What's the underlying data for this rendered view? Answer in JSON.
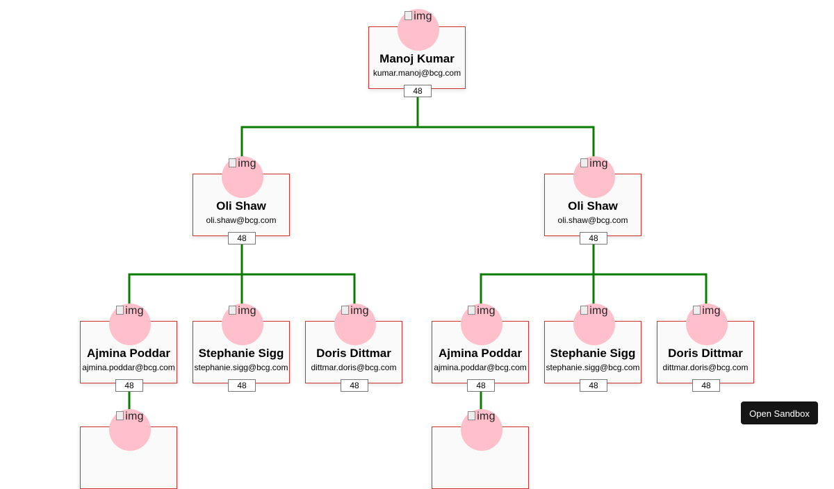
{
  "chart": {
    "line_color": "#0a7d00",
    "node_border_color": "#d32f2f",
    "avatar_color": "#ffc0cb",
    "nodes": [
      {
        "id": "root",
        "avatar_alt": "img",
        "name": "Manoj Kumar",
        "email": "kumar.manoj@bcg.com",
        "count": "48"
      },
      {
        "id": "l1a",
        "parent": "root",
        "avatar_alt": "img",
        "name": "Oli Shaw",
        "email": "oli.shaw@bcg.com",
        "count": "48"
      },
      {
        "id": "l1b",
        "parent": "root",
        "avatar_alt": "img",
        "name": "Oli Shaw",
        "email": "oli.shaw@bcg.com",
        "count": "48"
      },
      {
        "id": "l2a",
        "parent": "l1a",
        "avatar_alt": "img",
        "name": "Ajmina Poddar",
        "email": "ajmina.poddar@bcg.com",
        "count": "48"
      },
      {
        "id": "l2b",
        "parent": "l1a",
        "avatar_alt": "img",
        "name": "Stephanie Sigg",
        "email": "stephanie.sigg@bcg.com",
        "count": "48"
      },
      {
        "id": "l2c",
        "parent": "l1a",
        "avatar_alt": "img",
        "name": "Doris Dittmar",
        "email": "dittmar.doris@bcg.com",
        "count": "48"
      },
      {
        "id": "l2d",
        "parent": "l1b",
        "avatar_alt": "img",
        "name": "Ajmina Poddar",
        "email": "ajmina.poddar@bcg.com",
        "count": "48"
      },
      {
        "id": "l2e",
        "parent": "l1b",
        "avatar_alt": "img",
        "name": "Stephanie Sigg",
        "email": "stephanie.sigg@bcg.com",
        "count": "48"
      },
      {
        "id": "l2f",
        "parent": "l1b",
        "avatar_alt": "img",
        "name": "Doris Dittmar",
        "email": "dittmar.doris@bcg.com",
        "count": "48"
      },
      {
        "id": "l3a",
        "parent": "l2a",
        "avatar_alt": "img",
        "name": "",
        "email": "",
        "count": ""
      },
      {
        "id": "l3b",
        "parent": "l2d",
        "avatar_alt": "img",
        "name": "",
        "email": "",
        "count": ""
      }
    ]
  },
  "sandbox_button": {
    "label": "Open Sandbox"
  }
}
